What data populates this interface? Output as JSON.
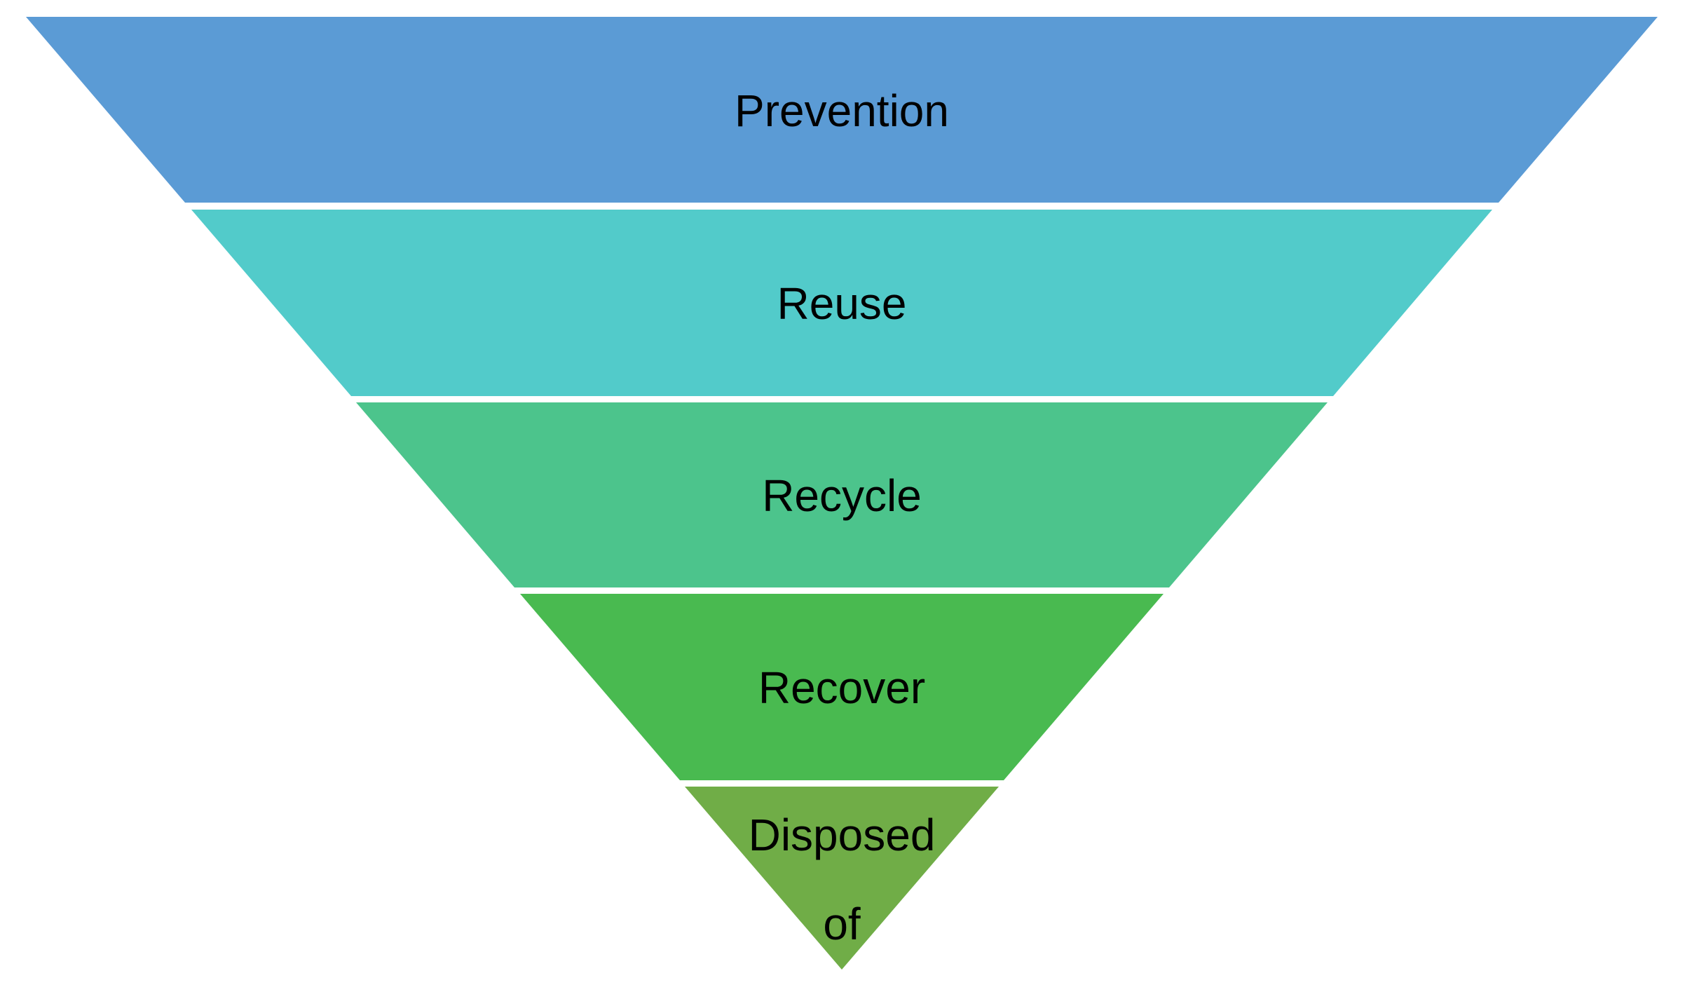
{
  "diagram": {
    "title": "waste-hierarchy-inverted-pyramid",
    "type": "inverted-pyramid-funnel",
    "background_color": "#FFFFFF",
    "text_color": "#000000",
    "separator_color": "#FFFFFF",
    "levels": [
      {
        "rank": 1,
        "label": "Prevention",
        "color": "#5B9BD5"
      },
      {
        "rank": 2,
        "label": "Reuse",
        "color": "#52CBCA"
      },
      {
        "rank": 3,
        "label": "Recycle",
        "color": "#4CC48C"
      },
      {
        "rank": 4,
        "label": "Recover",
        "color": "#49BA50"
      },
      {
        "rank": 5,
        "label": "Disposed of",
        "color": "#70AD47",
        "label_lines": [
          "Disposed",
          "of"
        ]
      }
    ]
  }
}
